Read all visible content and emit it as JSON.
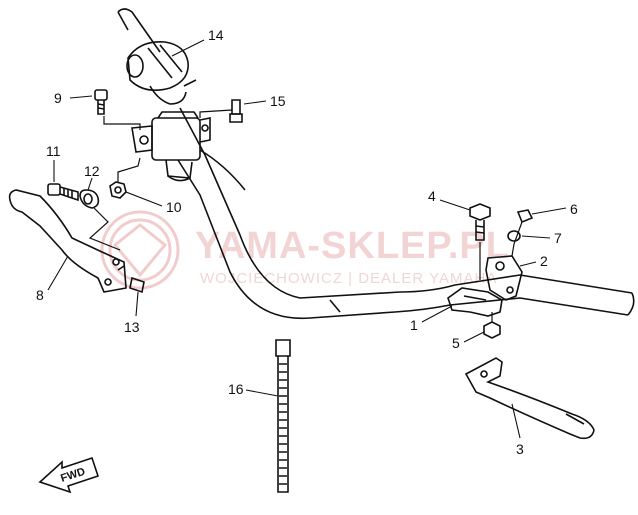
{
  "diagram": {
    "watermark": {
      "brand": "YAMA-SKLEP.PL",
      "tagline": "WOJCIECHOWICZ | DEALER YAMAHA"
    },
    "direction_badge": "FWD",
    "callouts": {
      "c1": "1",
      "c2": "2",
      "c3": "3",
      "c4": "4",
      "c5": "5",
      "c6": "6",
      "c7": "7",
      "c8": "8",
      "c9": "9",
      "c10": "10",
      "c11": "11",
      "c12": "12",
      "c13": "13",
      "c14": "14",
      "c15": "15",
      "c16": "16"
    },
    "line_color": "#111111",
    "watermark_color": "#f2d4d4"
  }
}
